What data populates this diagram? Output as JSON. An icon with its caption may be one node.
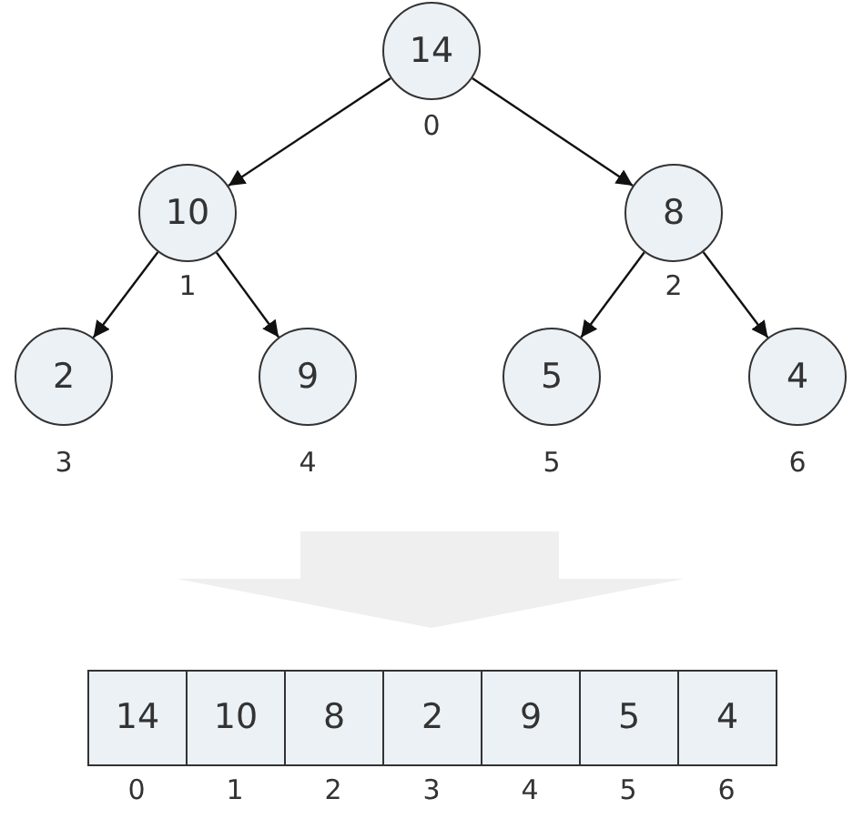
{
  "diagram": {
    "nodes": [
      {
        "text": [
          "14"
        ],
        "beside": [
          "0"
        ]
      },
      {
        "text": [
          "10"
        ],
        "beside": [
          "1"
        ]
      },
      {
        "text": [
          "8"
        ],
        "beside": [
          "2"
        ]
      },
      {
        "text": [
          "2"
        ],
        "beside": [
          "3"
        ]
      },
      {
        "text": [
          "9"
        ],
        "beside": [
          "4"
        ]
      },
      {
        "text": [
          "5"
        ],
        "beside": [
          "5"
        ]
      },
      {
        "text": [
          "4"
        ],
        "beside": [
          "6"
        ]
      },
      {
        "text": [
          "14"
        ],
        "beside": [
          "0"
        ]
      },
      {
        "text": [
          "10"
        ],
        "beside": [
          "1"
        ]
      },
      {
        "text": [
          "8"
        ],
        "beside": [
          "2"
        ]
      },
      {
        "text": [
          "2"
        ],
        "beside": [
          "3"
        ]
      },
      {
        "text": [
          "9"
        ],
        "beside": [
          "4"
        ]
      },
      {
        "text": [
          "5"
        ],
        "beside": [
          "5"
        ]
      },
      {
        "text": [
          "4"
        ],
        "beside": [
          "6"
        ]
      }
    ],
    "edges": [
      {
        "from": 0,
        "to": 1,
        "arrow": "to"
      },
      {
        "from": 0,
        "to": 2,
        "arrow": "to"
      },
      {
        "from": 1,
        "to": 3,
        "arrow": "to"
      },
      {
        "from": 1,
        "to": 4,
        "arrow": "to"
      },
      {
        "from": 2,
        "to": 5,
        "arrow": "to"
      },
      {
        "from": 2,
        "to": 6,
        "arrow": "to"
      }
    ]
  }
}
